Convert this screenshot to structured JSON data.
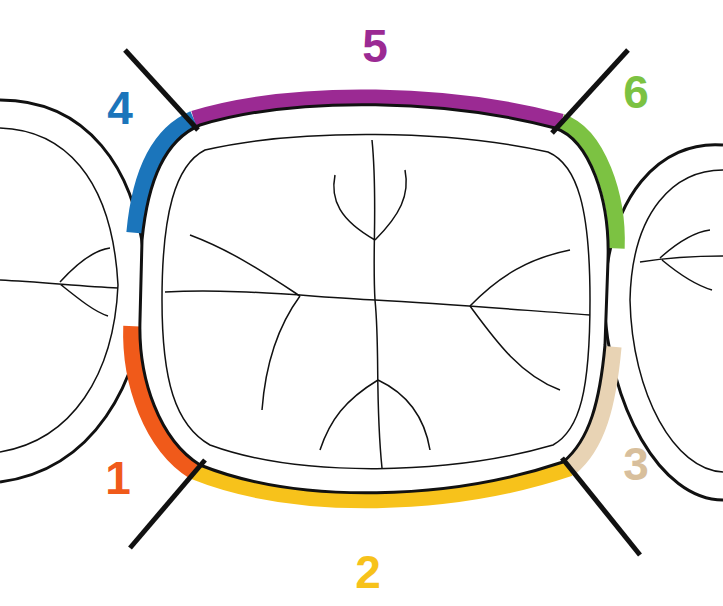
{
  "diagram": {
    "labels": [
      "5",
      "4",
      "6",
      "1",
      "3",
      "2"
    ]
  }
}
